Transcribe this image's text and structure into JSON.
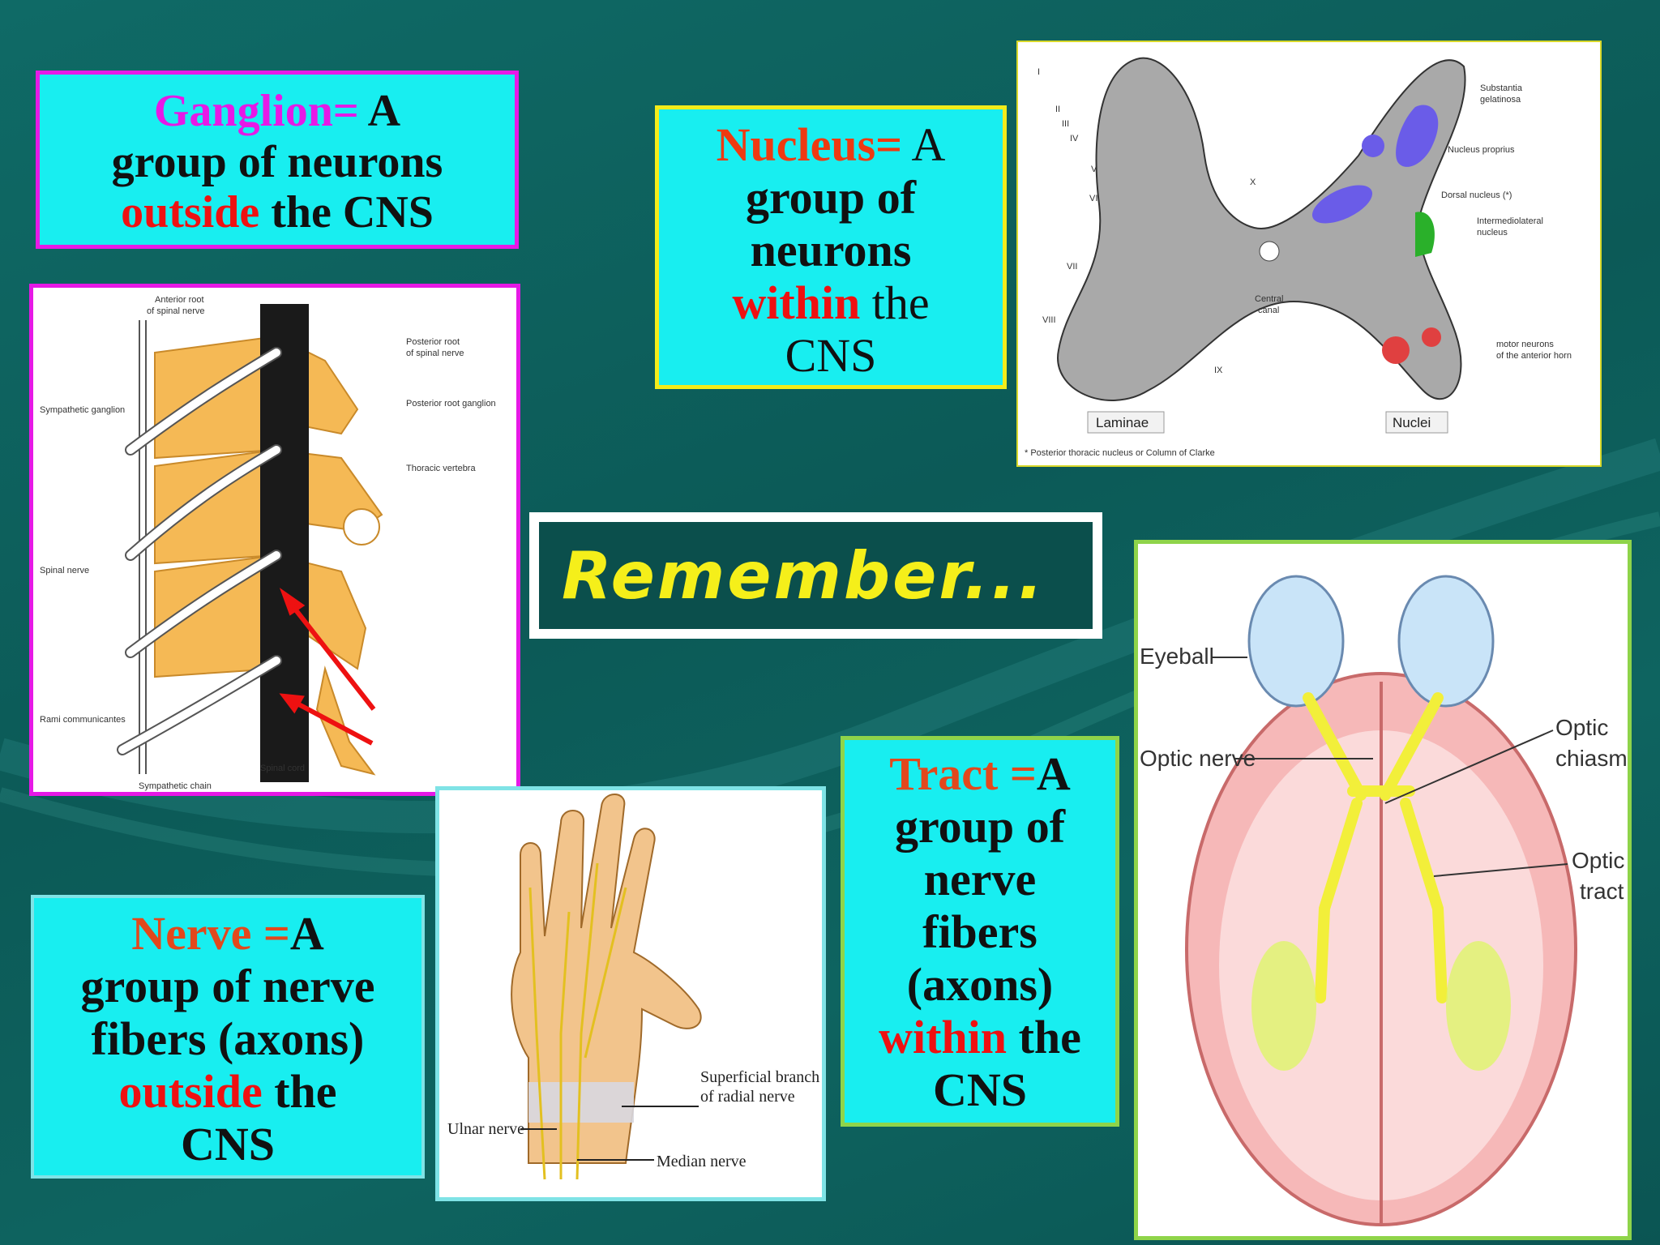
{
  "ganglion": {
    "term": "Ganglion=",
    "p1": " A",
    "p2": "group of neurons",
    "kw": "outside",
    "p3": " the CNS"
  },
  "nucleus": {
    "term": "Nucleus=",
    "p1": " A",
    "p2": "group of",
    "p3": "neurons",
    "kw": "within",
    "p4": " the",
    "p5": "CNS"
  },
  "nerve": {
    "term": "Nerve =",
    "p1": "A",
    "p2": "group of nerve",
    "p3": "fibers (axons)",
    "kw": "outside",
    "p4": " the",
    "p5": "CNS"
  },
  "tract": {
    "term": "Tract =",
    "p1": "A",
    "p2": "group of",
    "p3": "nerve",
    "p4": "fibers",
    "p5": "(axons)",
    "kw": "within",
    "p6": " the",
    "p7": "CNS"
  },
  "remember": "Remember...",
  "spinal_diagram": {
    "labels": [
      "Anterior root",
      "of spinal nerve",
      "Posterior root",
      "of spinal nerve",
      "Posterior root ganglion",
      "Sympathetic ganglion",
      "Thoracic vertebra",
      "Spinal nerve",
      "Rami communicantes",
      "Spinal cord",
      "Sympathetic chain"
    ]
  },
  "cord_section": {
    "laminae": [
      "I",
      "II",
      "III",
      "IV",
      "V",
      "VI",
      "VII",
      "VIII",
      "IX",
      "X"
    ],
    "nuclei": [
      "Substantia",
      "gelatinosa",
      "Nucleus proprius",
      "Dorsal nucleus (*)",
      "Intermediolateral",
      "nucleus",
      "motor neurons",
      "of the anterior horn"
    ],
    "central": [
      "Central",
      "canal"
    ],
    "laminae_label": "Laminae",
    "nuclei_label": "Nuclei",
    "footnote": "* Posterior thoracic nucleus or Column of Clarke"
  },
  "hand_diagram": {
    "labels": [
      "Superficial branch",
      "of radial nerve",
      "Ulnar nerve",
      "Median nerve"
    ]
  },
  "brain_diagram": {
    "labels": [
      "Eyeball",
      "Optic nerve",
      "Optic",
      "chiasma",
      "Optic",
      "tract"
    ]
  },
  "colors": {
    "box_bg": "#18eef0",
    "magenta": "#e619e6",
    "red": "#ee1111",
    "orange_red": "#e2481c",
    "yellow": "#f5ef1a",
    "teal": "#0e6460"
  }
}
